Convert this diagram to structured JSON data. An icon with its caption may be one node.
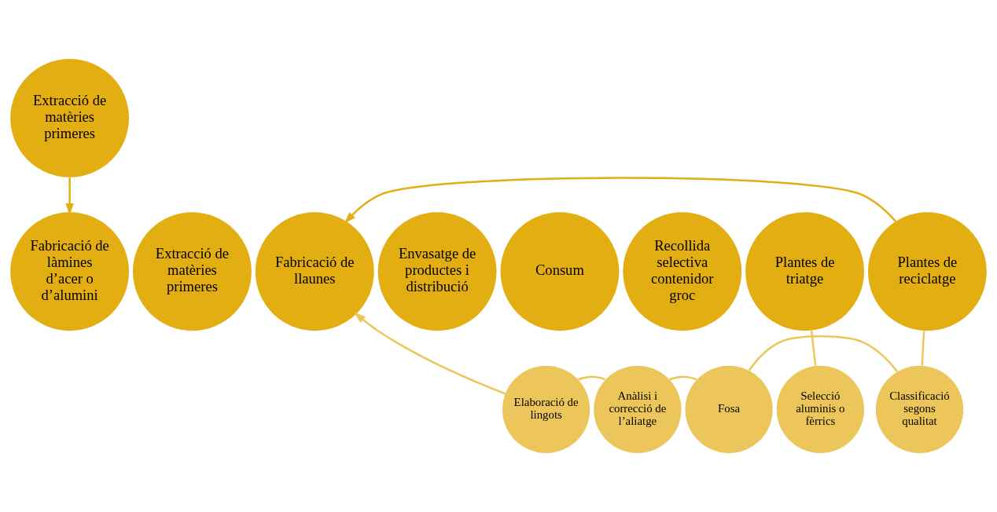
{
  "diagram": {
    "nodes": [
      {
        "text": [
          "Extracció de matèries primeres"
        ]
      },
      {
        "text": [
          "Fabricació de làmines d’acer o d’alumini"
        ]
      },
      {
        "text": [
          "Extracció de matèries primeres"
        ]
      },
      {
        "text": [
          "Fabricació de llaunes"
        ]
      },
      {
        "text": [
          "Envasatge de productes i distribució"
        ]
      },
      {
        "text": [
          "Consum"
        ]
      },
      {
        "text": [
          "Recollida selectiva contenidor groc"
        ]
      },
      {
        "text": [
          "Plantes de triatge"
        ]
      },
      {
        "text": [
          "Plantes de reciclatge"
        ]
      },
      {
        "text": [
          "Selecció aluminis o fèrrics"
        ]
      },
      {
        "text": [
          "Elaboració de lingots"
        ]
      },
      {
        "text": [
          "Anàlisi i correcció de l’aliatge"
        ]
      },
      {
        "text": [
          "Fosa"
        ]
      },
      {
        "text": [
          "Classificació segons qualitat"
        ]
      }
    ],
    "edges": [
      {
        "from": 0,
        "to": 1,
        "arrow": "to",
        "color": "#e3ae12"
      },
      {
        "from": 8,
        "to": 3,
        "arrow": "to",
        "color": "#e3ae12"
      },
      {
        "from": 7,
        "to": 9,
        "arrow": "none"
      },
      {
        "from": 8,
        "to": 13,
        "arrow": "none"
      },
      {
        "from": 13,
        "to": 12,
        "arrow": "none"
      },
      {
        "from": 12,
        "to": 11,
        "arrow": "none"
      },
      {
        "from": 11,
        "to": 10,
        "arrow": "none"
      },
      {
        "from": 10,
        "to": 3,
        "arrow": "to"
      }
    ]
  }
}
